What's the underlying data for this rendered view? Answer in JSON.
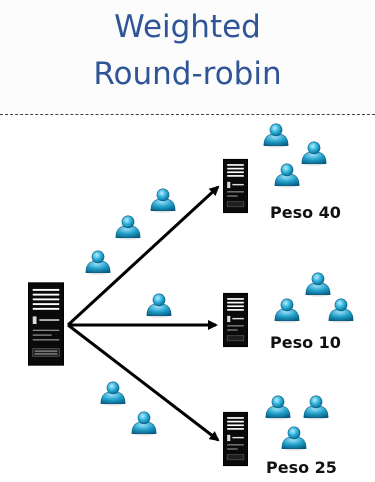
{
  "title": {
    "line1": "Weighted",
    "line2": "Round-robin"
  },
  "servers": [
    {
      "id": "server-1",
      "label": "Peso 40"
    },
    {
      "id": "server-2",
      "label": "Peso 10"
    },
    {
      "id": "server-3",
      "label": "Peso 25"
    }
  ],
  "colors": {
    "title": "#2f5597",
    "user_icon": "#1e9ec8",
    "arrow": "#000000"
  },
  "icons": {
    "load_balancer": "server-tower-icon",
    "server": "server-tower-icon",
    "user": "user-icon"
  }
}
